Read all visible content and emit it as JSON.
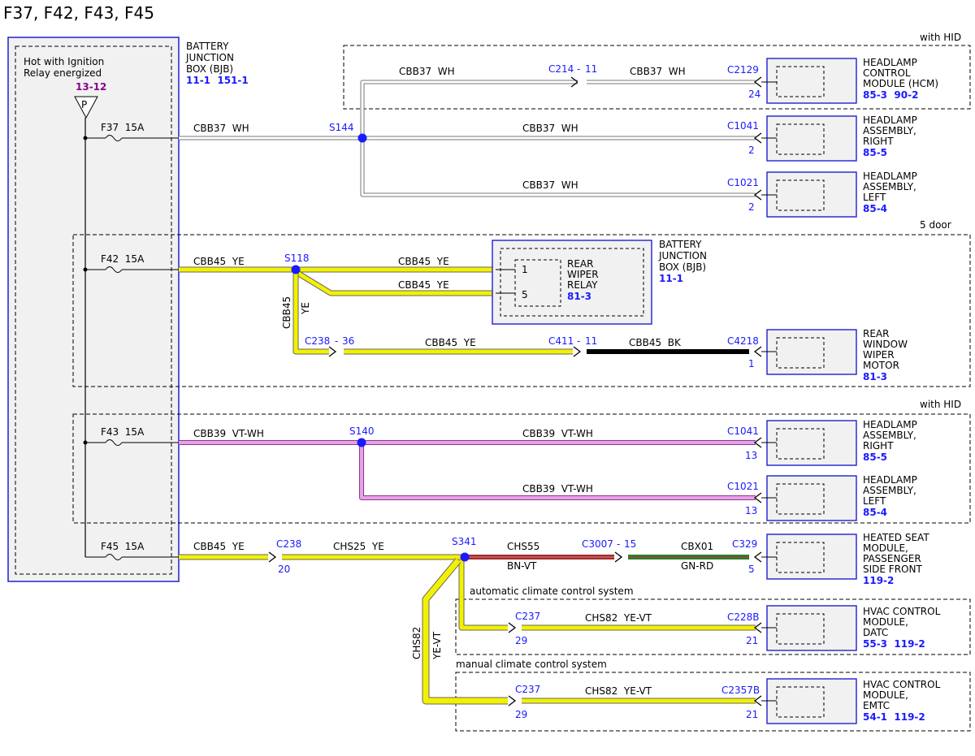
{
  "title": "F37, F42, F43, F45",
  "bjb": {
    "hot_line1": "Hot with Ignition",
    "hot_line2": "Relay energized",
    "ref": "13-12",
    "p_symbol": "P",
    "label_lines": [
      "BATTERY",
      "JUNCTION",
      "BOX (BJB)"
    ],
    "refs": "11-1  151-1"
  },
  "groups": {
    "hid1": "with HID",
    "door5": "5 door",
    "hid2": "with HID",
    "auto_cc": "automatic climate control system",
    "manual_cc": "manual climate control system"
  },
  "fuses": [
    {
      "id": "fuse-f37",
      "label": "F37  15A"
    },
    {
      "id": "fuse-f42",
      "label": "F42  15A"
    },
    {
      "id": "fuse-f43",
      "label": "F43  15A"
    },
    {
      "id": "fuse-f45",
      "label": "F45  15A"
    }
  ],
  "splices": [
    "S144",
    "S118",
    "S140",
    "S341"
  ],
  "wires": {
    "w1": "CBB37  WH",
    "w2": "CBB37  WH",
    "w3": "CBB37  WH",
    "w4": "CBB37  WH",
    "w5": "CBB37  WH",
    "w6": "CBB45  YE",
    "w7": "CBB45  YE",
    "w8": "CBB45  YE",
    "w9v1": "CBB45",
    "w9v2": "YE",
    "w10": "CBB45  YE",
    "w11": "CBB45  BK",
    "w12": "CBB39  VT-WH",
    "w13": "CBB39  VT-WH",
    "w14": "CBB39  VT-WH",
    "w15": "CBB45  YE",
    "w16": "CHS25  YE",
    "w17a": "CHS55",
    "w17b": "BN-VT",
    "w18a": "CBX01",
    "w18b": "GN-RD",
    "w19": "CHS82  YE-VT",
    "w20": "CHS82  YE-VT",
    "w21v1": "CHS82",
    "w21v2": "YE-VT"
  },
  "connectors": {
    "c214": "C214",
    "c214dash": "-",
    "c214pin": "11",
    "c2129": "C2129",
    "c2129pin": "24",
    "c1041a": "C1041",
    "c1041apin": "2",
    "c1021a": "C1021",
    "c1021apin": "2",
    "c238a": "C238",
    "c238adash": "-",
    "c238apin": "36",
    "c411": "C411",
    "c411dash": "-",
    "c411pin": "11",
    "c4218": "C4218",
    "c4218pin": "1",
    "relay_pin1": "1",
    "relay_pin5": "5",
    "c1041b": "C1041",
    "c1041bpin": "13",
    "c1021b": "C1021",
    "c1021bpin": "13",
    "c238b": "C238",
    "c238bpin": "20",
    "c3007": "C3007",
    "c3007dash": "-",
    "c3007pin": "15",
    "c329": "C329",
    "c329pin": "5",
    "c237a": "C237",
    "c237apin": "29",
    "c228b": "C228B",
    "c228bpin": "21",
    "c237b": "C237",
    "c237bpin": "29",
    "c2357b": "C2357B",
    "c2357bpin": "21"
  },
  "modules": {
    "hcm": {
      "lines": [
        "HEADLAMP",
        "CONTROL",
        "MODULE (HCM)"
      ],
      "ref": "85-3  90-2"
    },
    "hl_right1": {
      "lines": [
        "HEADLAMP",
        "ASSEMBLY,",
        "RIGHT"
      ],
      "ref": "85-5"
    },
    "hl_left1": {
      "lines": [
        "HEADLAMP",
        "ASSEMBLY,",
        "LEFT"
      ],
      "ref": "85-4"
    },
    "relay": {
      "lines": [
        "REAR",
        "WIPER",
        "RELAY"
      ],
      "ref": "81-3"
    },
    "bjb2": {
      "lines": [
        "BATTERY",
        "JUNCTION",
        "BOX (BJB)"
      ],
      "ref": "11-1"
    },
    "wiper_motor": {
      "lines": [
        "REAR",
        "WINDOW",
        "WIPER",
        "MOTOR"
      ],
      "ref": "81-3"
    },
    "hl_right2": {
      "lines": [
        "HEADLAMP",
        "ASSEMBLY,",
        "RIGHT"
      ],
      "ref": "85-5"
    },
    "hl_left2": {
      "lines": [
        "HEADLAMP",
        "ASSEMBLY,",
        "LEFT"
      ],
      "ref": "85-4"
    },
    "seat": {
      "lines": [
        "HEATED SEAT",
        "MODULE,",
        "PASSENGER",
        "SIDE FRONT"
      ],
      "ref": "119-2"
    },
    "hvac_datc": {
      "lines": [
        "HVAC CONTROL",
        "MODULE,",
        "DATC"
      ],
      "ref": "55-3  119-2"
    },
    "hvac_emtc": {
      "lines": [
        "HVAC CONTROL",
        "MODULE,",
        "EMTC"
      ],
      "ref": "54-1  119-2"
    }
  },
  "colors": {
    "WH": "#ffffff",
    "YE": "#f2f200",
    "VT-WH": "#e8a0e8",
    "BK": "#000000",
    "BN-VT": "#a52a2a",
    "GN-RD": "#2e7d2e",
    "YE-VT": "#f2f200",
    "splice": "#1a1aff",
    "ref_blue": "#1a1aff",
    "ref_purple": "#8b008b"
  }
}
